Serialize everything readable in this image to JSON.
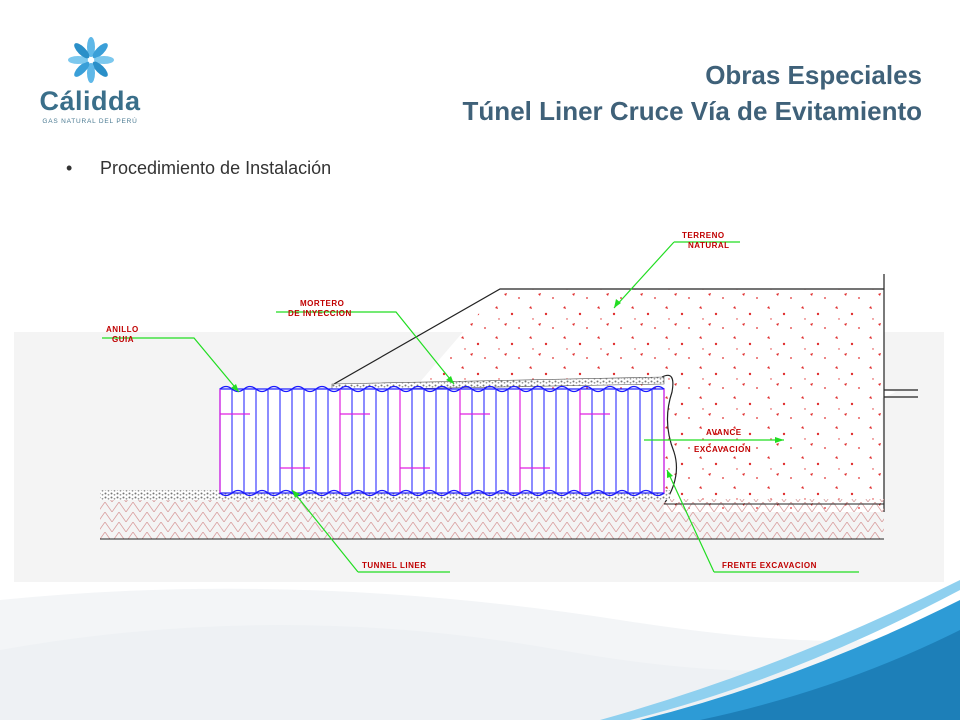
{
  "brand": {
    "name": "Cálidda",
    "tagline": "GAS NATURAL DEL PERÚ"
  },
  "title": {
    "line1": "Obras Especiales",
    "line2": "Túnel Liner Cruce Vía de Evitamiento"
  },
  "bullet": {
    "symbol": "•",
    "text": "Procedimiento de Instalación"
  },
  "diagram_labels": {
    "terreno1": "TERRENO",
    "terreno2": "NATURAL",
    "mortero1": "MORTERO",
    "mortero2": "DE INYECCION",
    "anillo1": "ANILLO",
    "anillo2": "GUIA",
    "avance1": "AVANCE",
    "avance2": "EXCAVACION",
    "tunnel": "TUNNEL LINER",
    "frente": "FRENTE EXCAVACION"
  },
  "colors": {
    "title": "#3f6179",
    "brand": "#3a6f8a",
    "liner_blue": "#1a1aff",
    "liner_magenta": "#e020e0",
    "leader_green": "#22dd22",
    "label_red": "#c00000",
    "soil_dots": "#e03030"
  }
}
